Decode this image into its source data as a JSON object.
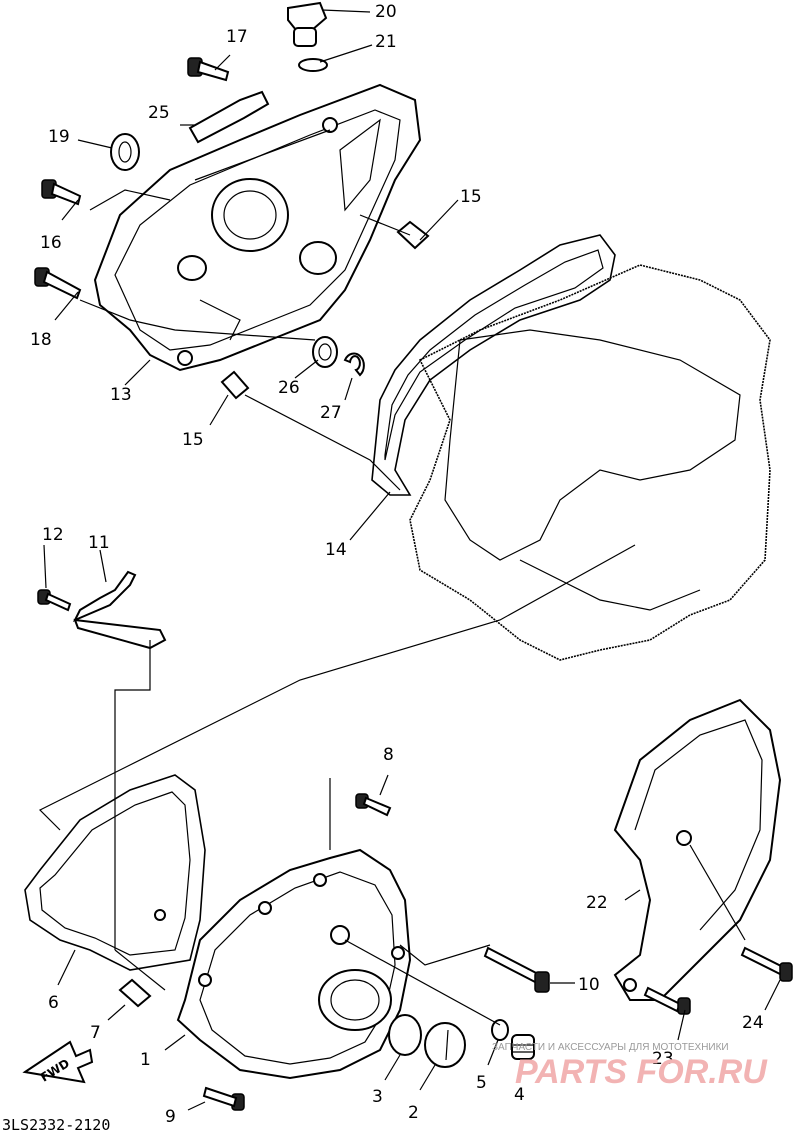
{
  "diagram_code": "3LS2332-2120",
  "fwd_label": "FWD",
  "watermark": {
    "small_text": "ЗАПЧАСТИ И АКСЕССУАРЫ ДЛЯ МОТОТЕХНИКИ",
    "brand": "PARTS FOR.RU"
  },
  "callouts": {
    "c1": "1",
    "c2": "2",
    "c3": "3",
    "c4": "4",
    "c5": "5",
    "c6": "6",
    "c7": "7",
    "c8": "8",
    "c9": "9",
    "c10": "10",
    "c11": "11",
    "c12": "12",
    "c13": "13",
    "c14": "14",
    "c15a": "15",
    "c15b": "15",
    "c16": "16",
    "c17": "17",
    "c18": "18",
    "c19": "19",
    "c20": "20",
    "c21": "21",
    "c22": "22",
    "c23": "23",
    "c24": "24",
    "c25": "25",
    "c26": "26",
    "c27": "27"
  },
  "colors": {
    "line": "#000000",
    "watermark": "#f2b3b3"
  }
}
